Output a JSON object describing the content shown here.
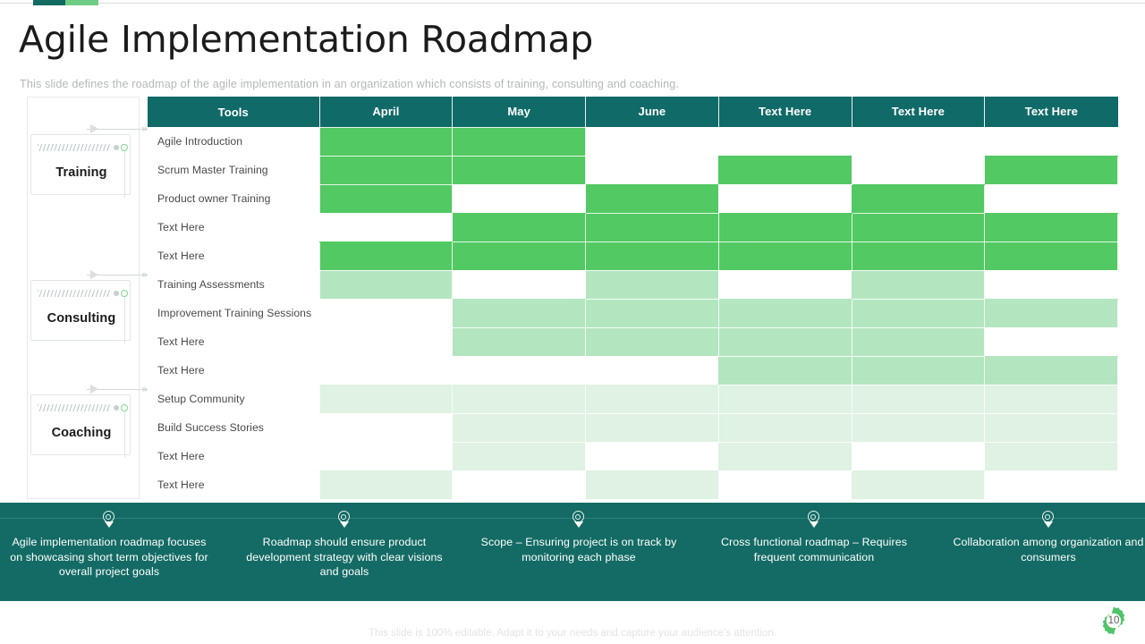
{
  "header": {
    "title": "Agile Implementation Roadmap",
    "subtitle": "This slide defines the roadmap of the agile implementation in an organization which consists of training, consulting and coaching.",
    "accent_dark": "#136a62",
    "accent_light": "#6fcc85"
  },
  "phases": [
    {
      "label": "Training",
      "color": "#52c962"
    },
    {
      "label": "Consulting",
      "color": "#b3e6bf"
    },
    {
      "label": "Coaching",
      "color": "#dff2e3"
    }
  ],
  "gantt": {
    "columns": [
      "Tools",
      "April",
      "May",
      "June",
      "Text Here",
      "Text Here",
      "Text Here"
    ],
    "header_color": "#106a68",
    "tier_colors": {
      "a": "#52c962",
      "b": "#b3e6bf",
      "c": "#dff2e3"
    },
    "rows": [
      {
        "label": "Agile Introduction",
        "tier": "a",
        "cells": [
          1,
          1,
          0,
          0,
          0,
          0
        ]
      },
      {
        "label": "Scrum Master Training",
        "tier": "a",
        "cells": [
          1,
          1,
          0,
          1,
          0,
          1
        ]
      },
      {
        "label": "Product owner Training",
        "tier": "a",
        "cells": [
          1,
          0,
          1,
          0,
          1,
          0
        ]
      },
      {
        "label": "Text Here",
        "tier": "a",
        "cells": [
          0,
          1,
          1,
          1,
          1,
          1
        ]
      },
      {
        "label": "Text Here",
        "tier": "a",
        "cells": [
          1,
          1,
          1,
          1,
          1,
          1
        ]
      },
      {
        "label": "Training Assessments",
        "tier": "b",
        "cells": [
          1,
          0,
          1,
          0,
          1,
          0
        ]
      },
      {
        "label": "Improvement Training Sessions",
        "tier": "b",
        "cells": [
          0,
          1,
          1,
          1,
          1,
          1
        ]
      },
      {
        "label": "Text Here",
        "tier": "b",
        "cells": [
          0,
          1,
          1,
          1,
          1,
          0
        ]
      },
      {
        "label": "Text Here",
        "tier": "b",
        "cells": [
          0,
          0,
          0,
          1,
          1,
          1
        ]
      },
      {
        "label": "Setup Community",
        "tier": "c",
        "cells": [
          1,
          1,
          1,
          1,
          1,
          1
        ]
      },
      {
        "label": "Build Success Stories",
        "tier": "c",
        "cells": [
          0,
          1,
          1,
          1,
          1,
          1
        ]
      },
      {
        "label": "Text Here",
        "tier": "c",
        "cells": [
          0,
          1,
          0,
          1,
          0,
          1
        ]
      },
      {
        "label": "Text Here",
        "tier": "c",
        "cells": [
          1,
          0,
          1,
          0,
          1,
          0
        ]
      }
    ]
  },
  "footer": {
    "band_color": "#146b65",
    "callouts": [
      "Agile implementation roadmap focuses on showcasing short term objectives for overall project goals",
      "Roadmap should ensure product development strategy with clear visions and goals",
      "Scope – Ensuring project is on track by monitoring each phase",
      "Cross functional roadmap – Requires frequent communication",
      "Collaboration among organization and consumers"
    ]
  },
  "bottom": {
    "note": "This slide is 100% editable. Adapt it to your needs and capture your audience's attention.",
    "page_number": "10",
    "badge_color": "#4fc46a"
  }
}
